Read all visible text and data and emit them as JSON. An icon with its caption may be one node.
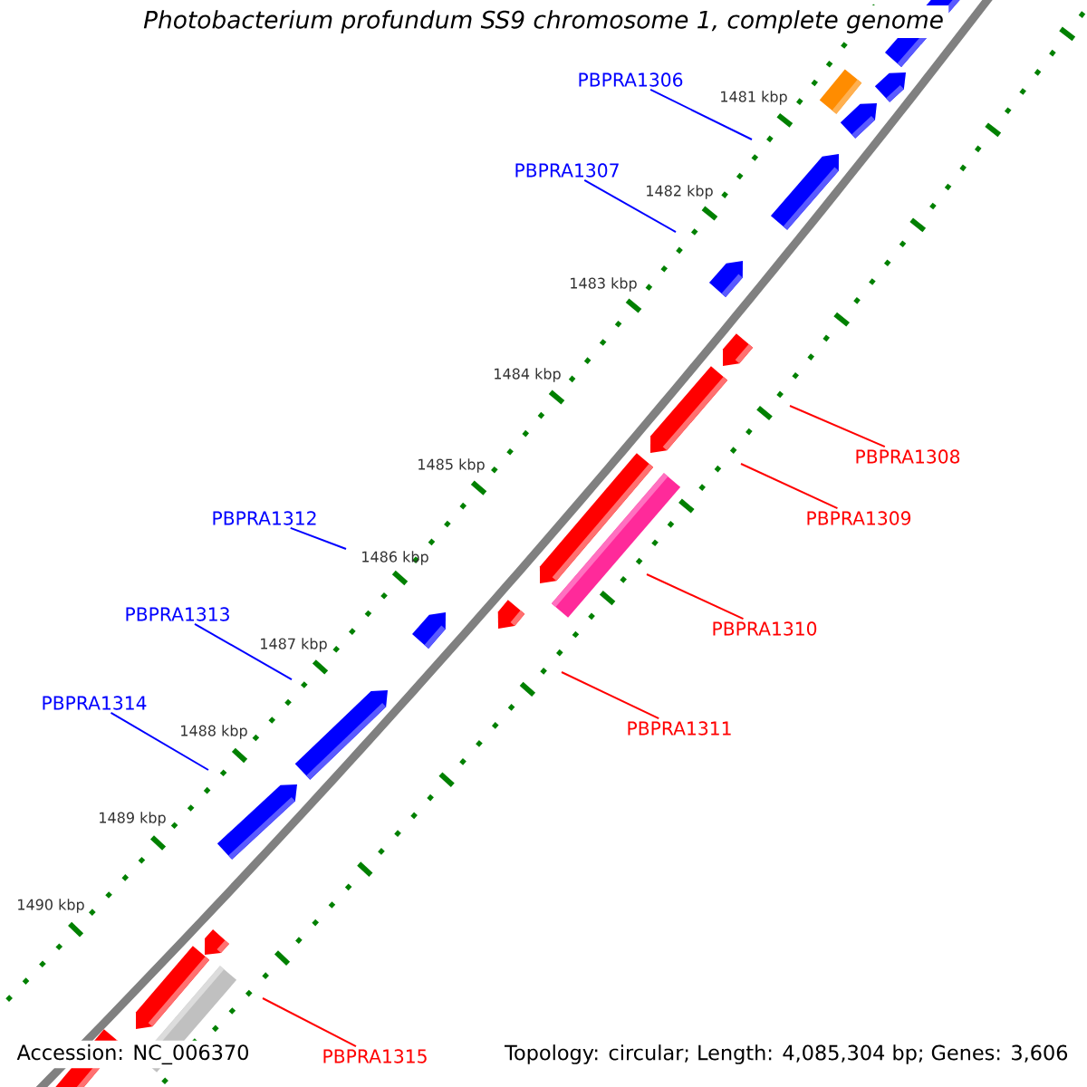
{
  "diagram": {
    "title": "Photobacterium profundum SS9 chromosome 1, complete genome",
    "nodes": [
      {
        "text": [
          "PBPRA1306"
        ]
      },
      {
        "text": [
          "PBPRA1307"
        ]
      },
      {
        "text": [
          "PBPRA1308"
        ]
      },
      {
        "text": [
          "PBPRA1309"
        ]
      },
      {
        "text": [
          "PBPRA1310"
        ]
      },
      {
        "text": [
          "PBPRA1311"
        ]
      },
      {
        "text": [
          "PBPRA1312"
        ]
      },
      {
        "text": [
          "PBPRA1313"
        ]
      },
      {
        "text": [
          "PBPRA1314"
        ]
      },
      {
        "text": [
          "PBPRA1315"
        ]
      }
    ],
    "edges": [
      {
        "from": 0,
        "to": null,
        "arrow": "none",
        "color": "#0000ff"
      },
      {
        "from": 1,
        "to": null,
        "arrow": "none",
        "color": "#0000ff"
      },
      {
        "from": 2,
        "to": null,
        "arrow": "none",
        "color": "#ff0000"
      },
      {
        "from": 3,
        "to": null,
        "arrow": "none",
        "color": "#ff0000"
      },
      {
        "from": 4,
        "to": null,
        "arrow": "none",
        "color": "#ff0000"
      },
      {
        "from": 5,
        "to": null,
        "arrow": "none",
        "color": "#ff0000"
      },
      {
        "from": 6,
        "to": null,
        "arrow": "none",
        "color": "#0000ff"
      },
      {
        "from": 7,
        "to": null,
        "arrow": "none",
        "color": "#0000ff"
      },
      {
        "from": 8,
        "to": null,
        "arrow": "none",
        "color": "#0000ff"
      },
      {
        "from": 9,
        "to": null,
        "arrow": "none",
        "color": "#ff0000"
      }
    ],
    "labels": [
      "1481 kbp",
      "1482 kbp",
      "1483 kbp",
      "1484 kbp",
      "1485 kbp",
      "1486 kbp",
      "1487 kbp",
      "1488 kbp",
      "1489 kbp",
      "1490 kbp",
      "Accession: NC_006370",
      "Topology: circular; Length: 4,085,304 bp; Genes: 3,606"
    ]
  }
}
